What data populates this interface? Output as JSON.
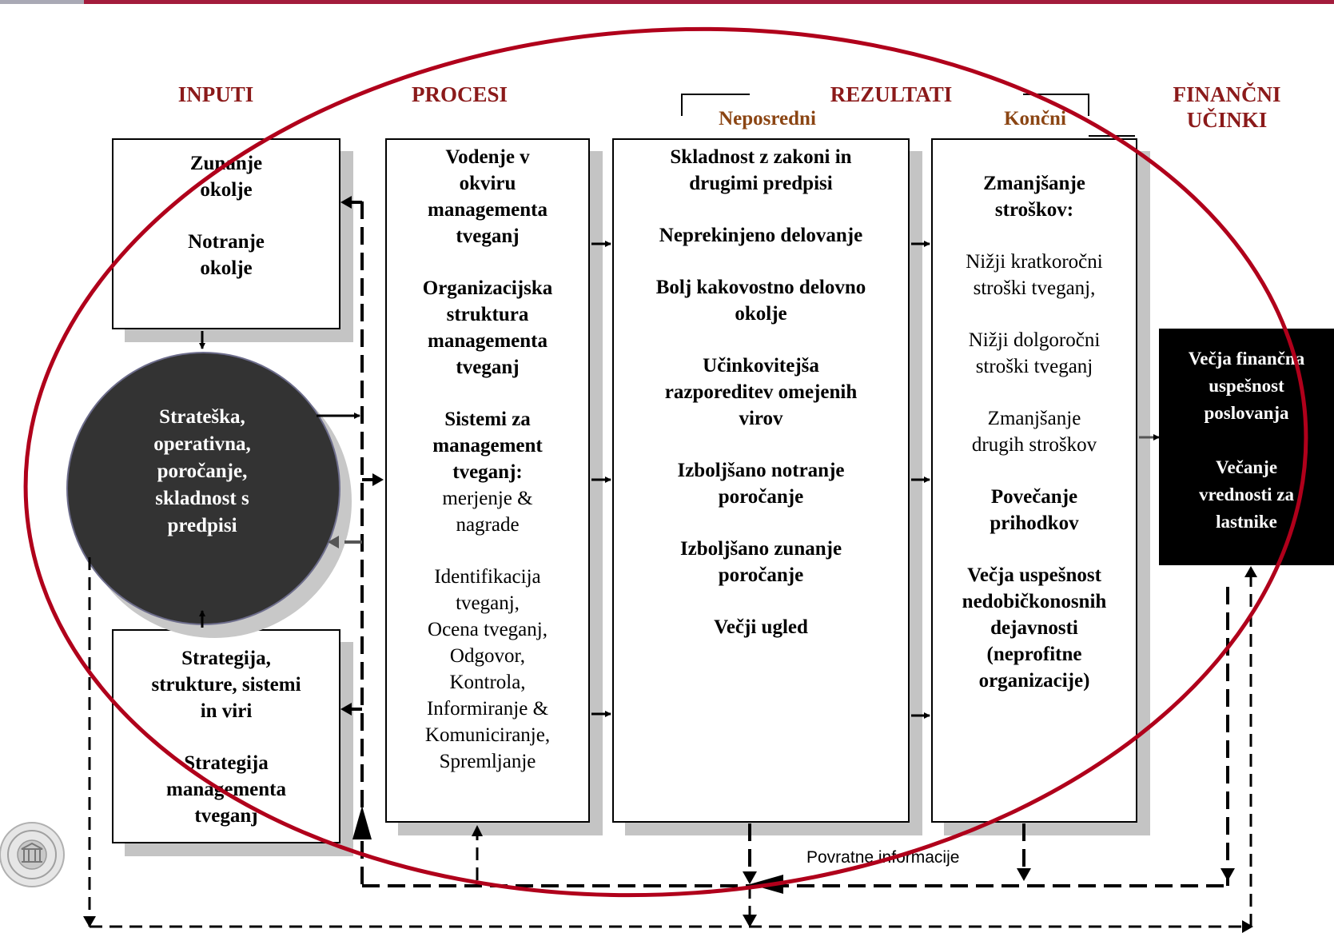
{
  "headers": {
    "inputs": "INPUTI",
    "processes": "PROCESI",
    "results": "REZULTATI",
    "results_direct": "Neposredni",
    "results_final": "Končni",
    "financial_line1": "FINANČNI",
    "financial_line2": "UČINKI"
  },
  "inputs_box_top": {
    "line1": "Zunanje",
    "line2": "okolje",
    "line3": "Notranje",
    "line4": "okolje"
  },
  "objectives_circle": {
    "line1": "Strateška,",
    "line2": "operativna,",
    "line3": "poročanje,",
    "line4": "skladnost s",
    "line5": "predpisi"
  },
  "inputs_box_bottom": {
    "line1": "Strategija,",
    "line2": "strukture, sistemi",
    "line3": "in viri",
    "line4": "Strategija",
    "line5": "managementa",
    "line6": "tveganj"
  },
  "processes_box": {
    "item1": [
      "Vodenje v",
      "okviru",
      "managementa",
      "tveganj"
    ],
    "item2": [
      "Organizacijska",
      "struktura",
      "managementa",
      "tveganj"
    ],
    "item3_bold": [
      "Sistemi za",
      "management",
      "tveganj:"
    ],
    "item3_normal": [
      "merjenje &",
      "nagrade"
    ],
    "item4": [
      "Identifikacija",
      "tveganj,",
      "Ocena tveganj,",
      "Odgovor,",
      "Kontrola,",
      "Informiranje &",
      "Komuniciranje,",
      "Spremljanje"
    ]
  },
  "direct_results_box": {
    "item1": [
      "Skladnost z zakoni in",
      "drugimi predpisi"
    ],
    "item2": [
      "Neprekinjeno delovanje"
    ],
    "item3": [
      "Bolj kakovostno delovno",
      "okolje"
    ],
    "item4": [
      "Učinkovitejša",
      "razporeditev omejenih",
      "virov"
    ],
    "item5": [
      "Izboljšano notranje",
      "poročanje"
    ],
    "item6": [
      "Izboljšano zunanje",
      "poročanje"
    ],
    "item7": [
      "Večji ugled"
    ]
  },
  "final_results_box": {
    "item1": [
      "Zmanjšanje",
      "stroškov:"
    ],
    "item2": [
      "Nižji kratkoročni",
      "stroški tveganj,"
    ],
    "item3": [
      "Nižji dolgoročni",
      "stroški tveganj"
    ],
    "item4": [
      "Zmanjšanje",
      "drugih stroškov"
    ],
    "item5": [
      "Povečanje",
      "prihodkov"
    ],
    "item6": [
      "Večja uspešnost",
      "nedobičkonosnih",
      "dejavnosti",
      "(neprofitne",
      "organizacije)"
    ]
  },
  "financial_box": {
    "item1": [
      "Večja finančna",
      "uspešnost",
      "poslovanja"
    ],
    "item2": [
      "Večanje",
      "vrednosti za",
      "lastnike"
    ]
  },
  "feedback_label": "Povratne informacije",
  "colors": {
    "header_red": "#8b1a1a",
    "subheader_brown": "#8b4513",
    "ellipse_red": "#b0001b",
    "circle_fill": "#333333",
    "shadow_gray": "#c4c4c4"
  }
}
